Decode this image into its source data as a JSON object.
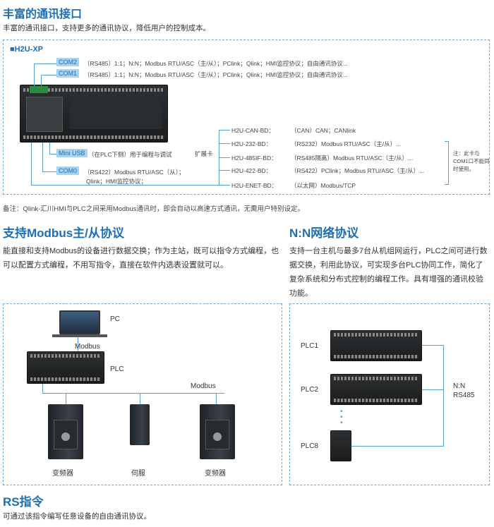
{
  "section1": {
    "title": "丰富的通讯接口",
    "desc": "丰富的通讯接口，支持更多的通讯协议，降低用户的控制成本。",
    "model": "H2U-XP",
    "com2_label": "COM2",
    "com2_desc": "（RS485）1:1；N:N；Modbus RTU/ASC（主/从）；PClink；Qlink；HMI监控协议；自由通讯协议...",
    "com1_label": "COM1",
    "com1_desc": "（RS485）1:1；N:N；Modbus RTU/ASC（主/从）；PClink；Qlink；HMI监控协议；自由通讯协议...",
    "miniusb_label": "Mini USB",
    "miniusb_desc": "（在PLC下侧）用于编程与调试",
    "com0_label": "COM0",
    "com0_desc_1": "（RS422）Modbus RTU/ASC（从）；",
    "com0_desc_2": "Qlink；HMI监控协议；",
    "expansion_label": "扩展卡",
    "cards": [
      {
        "name": "H2U-CAN-BD：",
        "desc": "（CAN）CAN；CANlink"
      },
      {
        "name": "H2U-232-BD：",
        "desc": "（RS232）Modbus RTU/ASC（主/从）..."
      },
      {
        "name": "H2U-485IF-BD：",
        "desc": "（RS485隔离）Modbus RTU/ASC（主/从）..."
      },
      {
        "name": "H2U-422-BD：",
        "desc": "（RS422）PClink；Modbus RTU/ASC（主/从）..."
      },
      {
        "name": "H2U-ENET-BD：",
        "desc": "（以太网）Modbus/TCP"
      }
    ],
    "note": "注：此卡与COM1口不能同时使用。",
    "footnote": "备注：Qlink-汇川HMI与PLC之间采用Modbus通讯时，即会自动以高速方式通讯，无需用户特别设定。"
  },
  "section2": {
    "title": "支持Modbus主/从协议",
    "desc": "能直接和支持Modbus的设备进行数据交换；作为主站，既可以指令方式编程，也可以配置方式编程，不用写指令，直接在软件内选表设置就可以。",
    "pc_label": "PC",
    "modbus_label_1": "Modbus",
    "plc_label": "PLC",
    "modbus_label_2": "Modbus",
    "device_labels": [
      "变频器",
      "伺服",
      "变频器"
    ]
  },
  "section3": {
    "title": "N:N网络协议",
    "desc": "支持一台主机与最多7台从机组网运行，PLC之间可进行数据交换，利用此协议，可实现多台PLC协同工作，简化了复杂系统和分布式控制的编程工作。具有增强的通讯校验功能。",
    "plc_labels": [
      "PLC1",
      "PLC2",
      "PLC8"
    ],
    "network_label_1": "N:N",
    "network_label_2": "RS485"
  },
  "section4": {
    "title": "RS指令",
    "desc": "可通过该指令编写任意设备的自由通讯协议。"
  }
}
